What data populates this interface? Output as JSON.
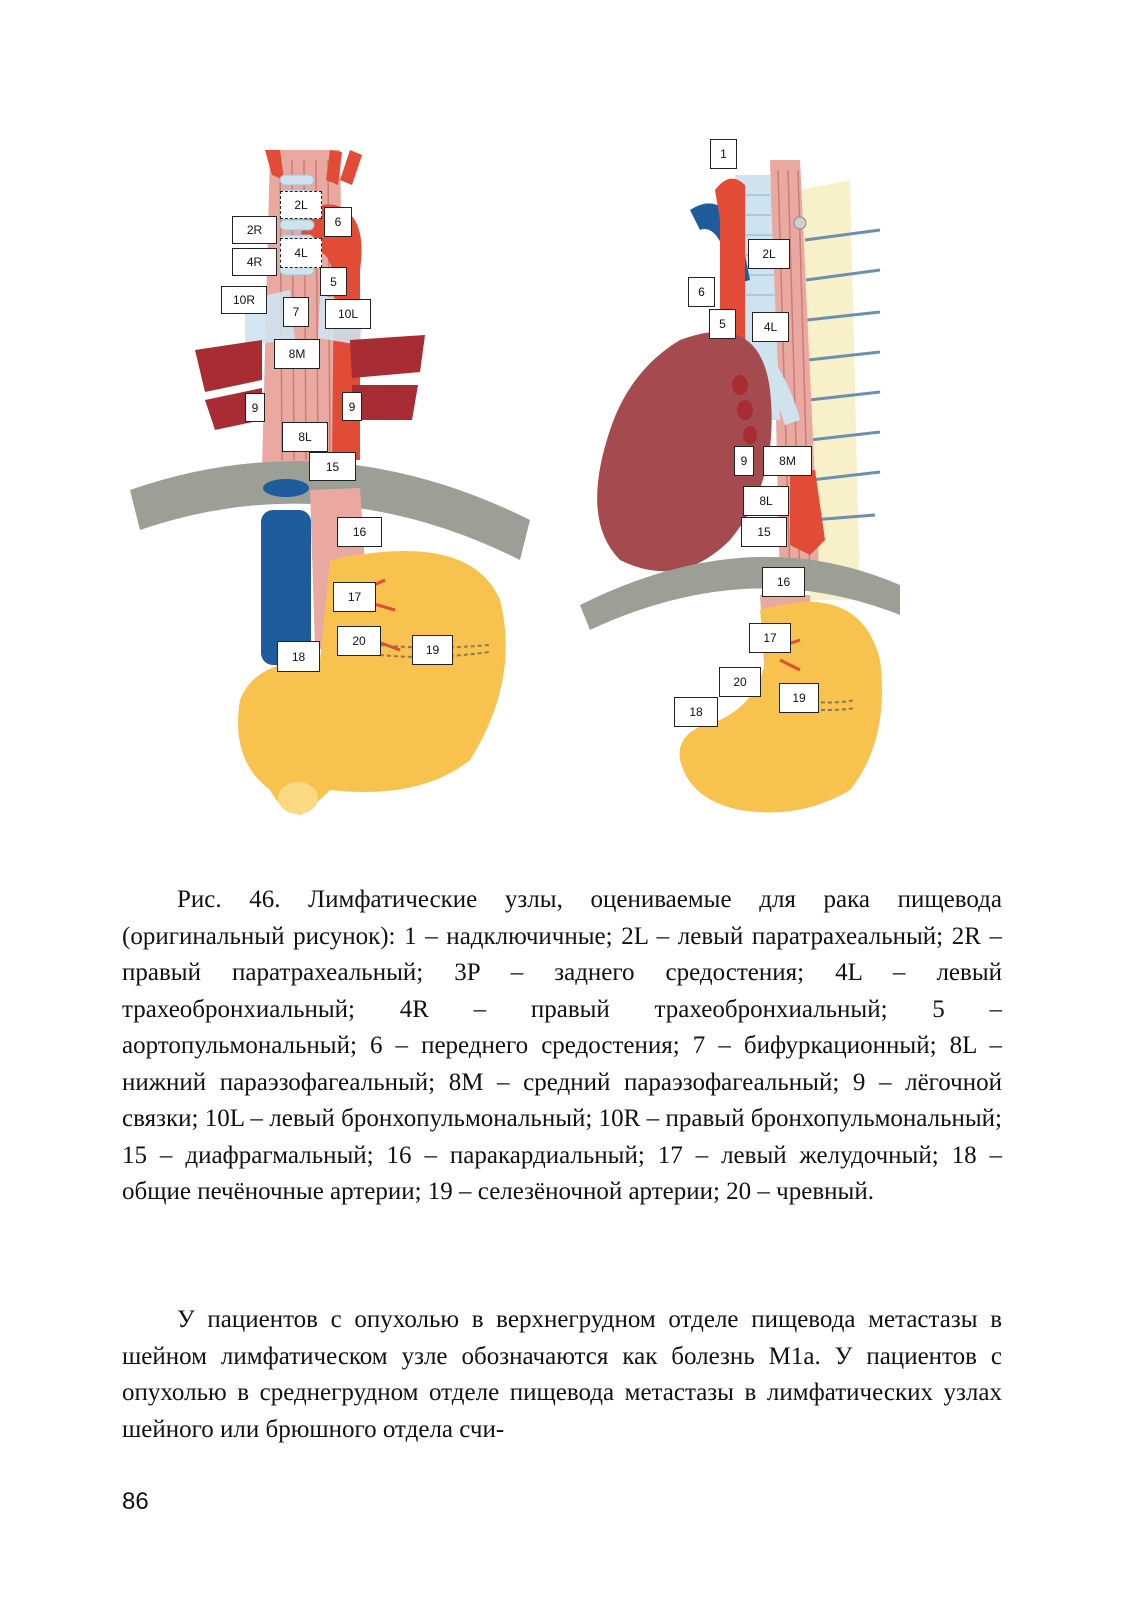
{
  "figure": {
    "left_labels": [
      "2L",
      "6",
      "2R",
      "4R",
      "4L",
      "5",
      "10R",
      "7",
      "10L",
      "8M",
      "9",
      "9",
      "8L",
      "15",
      "16",
      "17",
      "20",
      "19",
      "18"
    ],
    "right_labels": [
      "1",
      "2L",
      "6",
      "5",
      "4L",
      "9",
      "8M",
      "8L",
      "15",
      "16",
      "17",
      "20",
      "19",
      "18"
    ]
  },
  "caption": "Рис. 46. Лимфатические узлы, оцениваемые для рака пищевода (оригинальный рисунок): 1 – надключичные; 2L – левый паратрахеальный; 2R – правый паратрахеальный; 3P – заднего средостения; 4L – левый трахеобронхиальный; 4R – правый трахеобронхиальный; 5 – аортопульмональный; 6 – переднего средостения; 7 – бифуркационный; 8L – нижний параэзофагеальный; 8M – средний параэзофагеальный; 9 – лёгочной связки; 10L – левый бронхопульмональный; 10R – правый бронхопульмональный; 15 – диафрагмальный; 16 – паракардиальный; 17 – левый желудочный; 18 – общие печёночные артерии; 19 – селезёночной артерии; 20 – чревный.",
  "body_text": "У пациентов с опухолью в верхнегрудном отделе пищевода метастазы в шейном лимфатическом узле обозначаются как болезнь M1a. У пациентов с опухолью в среднегрудном отделе пищевода метастазы в лимфатических узлах шейного или брюшного отдела счи-",
  "page_number": "86"
}
